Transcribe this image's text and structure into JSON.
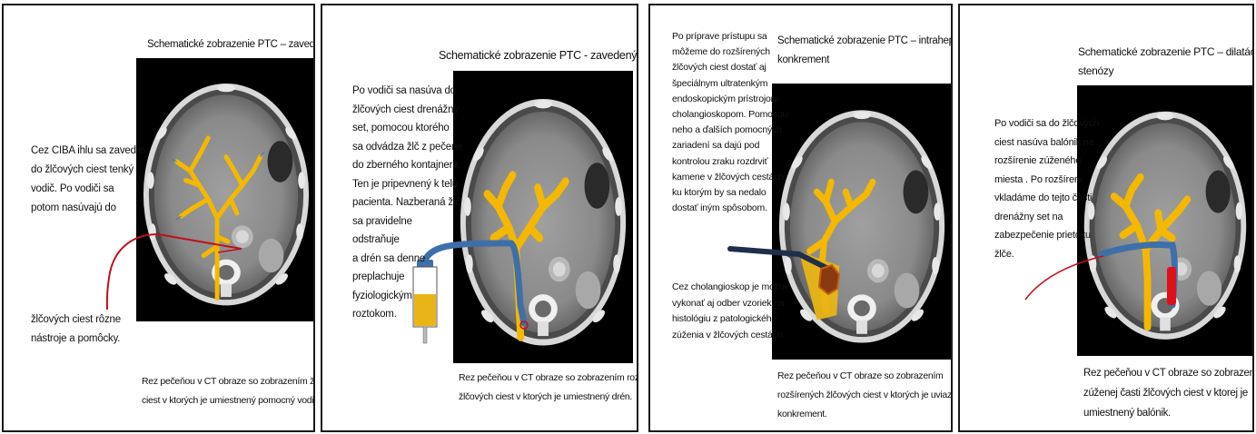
{
  "panels": [
    {
      "title": "Schematické zobrazenie PTC – zavedený vodič",
      "body_lines": [
        "Cez CIBA ihlu sa zavedie",
        "do žlčových ciest tenký",
        "vodič.  Po  vodiči  sa",
        "potom nasúvajú do"
      ],
      "body2_lines": [
        "žlčových   ciest   rôzne",
        "nástroje a pomôcky."
      ],
      "caption_lines": [
        "Rez pečeňou v CT obraze so zobrazením žlčových",
        "ciest v ktorých je umiestnený pomocný vodič."
      ]
    },
    {
      "title": "Schematické zobrazenie PTC - zavedený drén",
      "body_lines": [
        "Po vodiči sa nasúva do",
        "žlčových ciest drenážny",
        "set, pomocou ktorého",
        "sa odvádza žlč z pečene",
        "do zberného kontajnera.",
        "Ten je pripevnený k telu",
        "pacienta. Nazberaná žlč",
        "sa pravidelne",
        "odstraňuje",
        "a drén sa denne",
        "preplachuje",
        "fyziologickým",
        "roztokom."
      ],
      "caption_lines": [
        "Rez pečeňou v CT obraze so zobrazením rozšírených",
        "žlčových ciest v  ktorých je umiestnený drén."
      ]
    },
    {
      "title_lines": [
        "Schematické zobrazenie PTC – intrahepatálny",
        "konkrement"
      ],
      "body_lines": [
        "Po príprave prístupu sa",
        "môžeme do rozšírených",
        "žlčových ciest dostať aj",
        "špeciálnym ultratenkým",
        "endoskopickým prístrojom",
        "cholangioskopom. Pomocou",
        "neho  a ďalších pomocných",
        "zariadení sa dajú pod",
        "kontrolou zraku rozdrviť",
        "kamene v žlčových cestách,",
        "ku ktorým by sa nedalo",
        "dostať iným spôsobom."
      ],
      "body2_lines": [
        "Cez cholangioskop je možné",
        "vykonať aj odber vzoriek na",
        "histológiu z patologického",
        "zúženia v žlčových cestách."
      ],
      "caption_lines": [
        "Rez pečeňou v CT obraze so zobrazením",
        "rozšírených žlčových ciest v ktorých je uviaznutý",
        "konkrement."
      ]
    },
    {
      "title_lines": [
        "Schematické zobrazenie PTC – dilatácia",
        "stenózy"
      ],
      "body_lines": [
        "Po vodiči sa do žlčových",
        "ciest nasúva balónik na",
        "rozšírenie zúženého",
        "miesta . Po rozšírení",
        "vkladáme do tejto časti",
        "drenážny set na",
        "zabezpečenie prietoku",
        "žlče."
      ],
      "caption_lines": [
        "Rez pečeňou v CT obraze so zobrazením",
        "zúženej časti žlčových ciest v  ktorej je",
        "umiestnený balónik."
      ]
    }
  ],
  "colors": {
    "bile_duct": "#f5b800",
    "guidewire": "#c0101a",
    "drain_tube": "#3e6fa8",
    "stone": "#8b3a10",
    "balloon": "#e0101a",
    "ct_background": "#000000",
    "liver_tissue": "#8c8c8c"
  },
  "icons": [
    "ct-scan-image",
    "bile-duct-tree",
    "guidewire",
    "drain-tube",
    "collection-bag",
    "stone",
    "balloon",
    "cholangioscope"
  ]
}
